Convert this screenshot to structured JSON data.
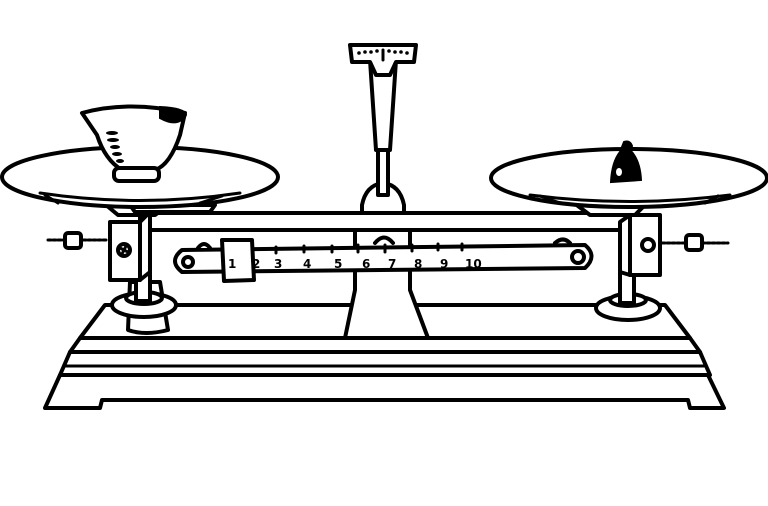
{
  "illustration": {
    "subject": "Roberval balance scale (line art)",
    "colors": {
      "stroke": "#000000",
      "background": "#ffffff"
    },
    "beam_scale": {
      "labels": [
        "1",
        "2",
        "3",
        "4",
        "5",
        "6",
        "7",
        "8",
        "9",
        "10"
      ]
    },
    "left_pan": {
      "contents": "graduated cup"
    },
    "right_pan": {
      "contents": "small weight"
    }
  }
}
